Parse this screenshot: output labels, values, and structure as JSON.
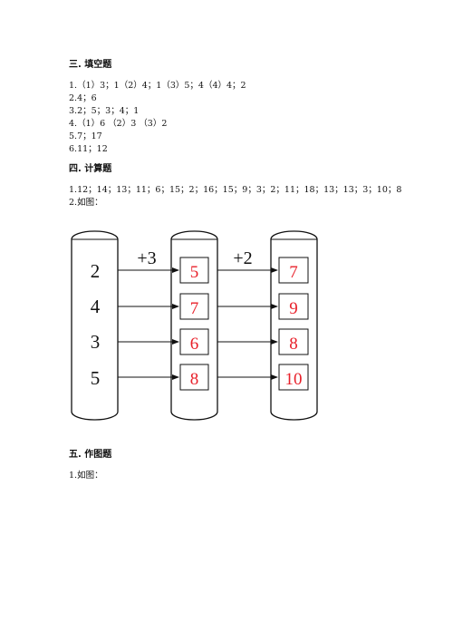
{
  "section3": {
    "heading": "三. 填空题",
    "lines": [
      "1.（1）3；1（2）4；1（3）5；4（4）4；2",
      "2.4；6",
      "3.2；5；3；4；1",
      "4.（1）6 （2）3 （3）2",
      "5.7；17",
      "6.11；12"
    ]
  },
  "section4": {
    "heading": "四. 计算题",
    "lines": [
      "1.12；14；13；11；6；15；2；16；15；9；3；2；11；18；13；13；3；10；8",
      "2.如图："
    ]
  },
  "diagram": {
    "op1": "+3",
    "op2": "+2",
    "col1": [
      "2",
      "4",
      "3",
      "5"
    ],
    "col2": [
      "5",
      "7",
      "6",
      "8"
    ],
    "col3": [
      "7",
      "9",
      "8",
      "10"
    ],
    "answer_color": "#e8202a"
  },
  "section5": {
    "heading": "五. 作图题",
    "lines": [
      "1.如图："
    ]
  }
}
